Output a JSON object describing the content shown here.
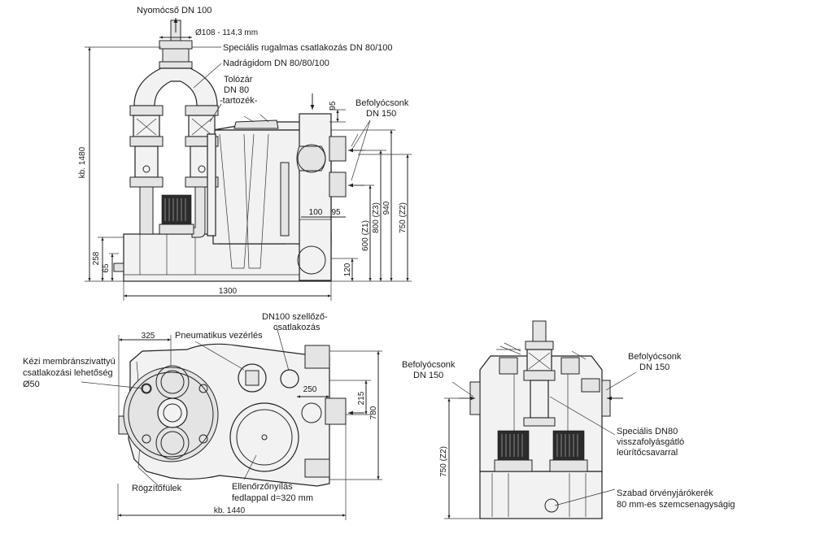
{
  "side_view": {
    "outlet": "Nyomócső DN 100",
    "diameter": "Ø108 - 114,3 mm",
    "coupling": "Speciális rugalmas csatlakozás DN 80/100",
    "trousers": "Nadrágidom DN 80/80/100",
    "valve_l1": "Tolózár",
    "valve_l2": "DN 80",
    "valve_l3": "-tartozék-",
    "inlet_l1": "Befolyócsonk",
    "inlet_l2": "DN 150",
    "dim_height": "kb. 1480",
    "dim_95_top": "95",
    "dim_100": "100",
    "dim_95_mid": "95",
    "dim_600": "600 (Z1)",
    "dim_800": "800 (Z3)",
    "dim_940": "940",
    "dim_750": "750 (Z2)",
    "dim_120": "120",
    "dim_258": "258",
    "dim_65": "65",
    "dim_width": "1300"
  },
  "top_view": {
    "vent_l1": "DN100 szellőző-",
    "vent_l2": "csatlakozás",
    "pneumatic": "Pneumatikus vezérlés",
    "dim_325": "325",
    "pump_l1": "Kézi membránszivattyú",
    "pump_l2": "csatlakozási lehetőség",
    "pump_l3": "Ø50",
    "dim_250": "250",
    "dim_215": "215",
    "dim_780": "780",
    "fixing": "Rögzítőfülek",
    "inspection_l1": "Ellenőrzőnyílás",
    "inspection_l2": "fedlappal d=320 mm",
    "dim_width": "kb. 1440"
  },
  "front_view": {
    "inlet_left_l1": "Befolyócsonk",
    "inlet_left_l2": "DN 150",
    "inlet_right_l1": "Befolyócsonk",
    "inlet_right_l2": "DN 150",
    "check_l1": "Speciális DN80",
    "check_l2": "visszafolyásgátló",
    "check_l3": "leürítőcsavarral",
    "impeller_l1": "Szabad örvényjárókerék",
    "impeller_l2": "80 mm-es szemcsenagyságig",
    "dim_750": "750 (Z2)"
  }
}
